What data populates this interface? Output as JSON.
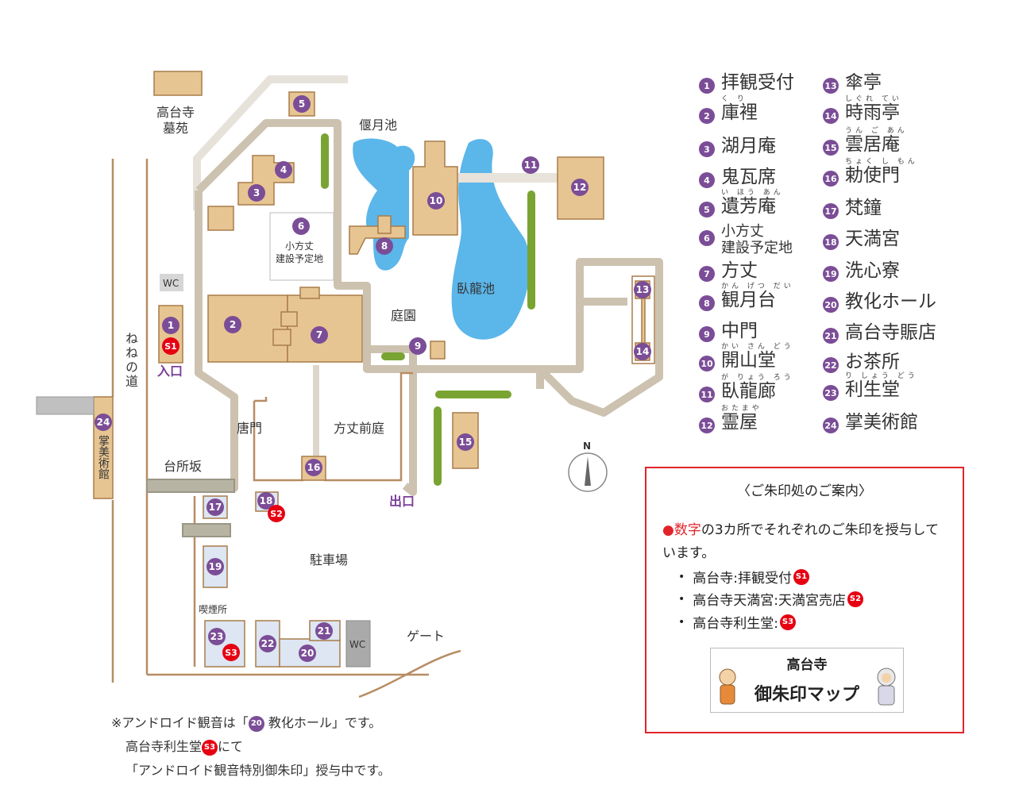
{
  "colors": {
    "building": "#e7c592",
    "building_stroke": "#a87c4a",
    "path": "#cdc2b0",
    "pond": "#5bb6ea",
    "hedge": "#7aa432",
    "number_badge": "#7b4d97",
    "stamp_badge": "#e60012",
    "frame_red": "#e1242b"
  },
  "map": {
    "labels": {
      "cemetery": "高台寺\n墓苑",
      "engetsu_pond": "偃月池",
      "garyu_pond": "臥龍池",
      "garden": "庭園",
      "karamon": "唐門",
      "hojo_front": "方丈前庭",
      "daidokoro": "台所坂",
      "parking": "駐車場",
      "smoking": "喫煙所",
      "gate": "ゲート",
      "nene_road": "ねねの道",
      "museum": "掌美術館",
      "entrance": "入口",
      "exit": "出口",
      "wc": "WC",
      "new_hall": "小方丈\n建設予定地",
      "north": "N"
    },
    "badges": [
      "1",
      "2",
      "3",
      "4",
      "5",
      "6",
      "7",
      "8",
      "9",
      "10",
      "11",
      "12",
      "13",
      "14",
      "15",
      "16",
      "17",
      "18",
      "19",
      "20",
      "21",
      "22",
      "23",
      "24"
    ],
    "stamps": [
      "S1",
      "S2",
      "S3"
    ]
  },
  "legend": [
    {
      "num": "1",
      "text": "拝観受付",
      "ruby": ""
    },
    {
      "num": "2",
      "text": "庫裡",
      "ruby": "く り"
    },
    {
      "num": "3",
      "text": "湖月庵",
      "ruby": ""
    },
    {
      "num": "4",
      "text": "鬼瓦席",
      "ruby": ""
    },
    {
      "num": "5",
      "text": "遺芳庵",
      "ruby": "い ほう あん"
    },
    {
      "num": "6",
      "text": "小方丈\n建設予定地",
      "ruby": ""
    },
    {
      "num": "7",
      "text": "方丈",
      "ruby": ""
    },
    {
      "num": "8",
      "text": "観月台",
      "ruby": "かん げつ だい"
    },
    {
      "num": "9",
      "text": "中門",
      "ruby": ""
    },
    {
      "num": "10",
      "text": "開山堂",
      "ruby": "かい さん どう"
    },
    {
      "num": "11",
      "text": "臥龍廊",
      "ruby": "が りょう ろう"
    },
    {
      "num": "12",
      "text": "霊屋",
      "ruby": "おたまや"
    },
    {
      "num": "13",
      "text": "傘亭",
      "ruby": ""
    },
    {
      "num": "14",
      "text": "時雨亭",
      "ruby": "しぐれ てい"
    },
    {
      "num": "15",
      "text": "雲居庵",
      "ruby": "うん ご あん"
    },
    {
      "num": "16",
      "text": "勅使門",
      "ruby": "ちょく し もん"
    },
    {
      "num": "17",
      "text": "梵鐘",
      "ruby": ""
    },
    {
      "num": "18",
      "text": "天満宮",
      "ruby": ""
    },
    {
      "num": "19",
      "text": "洗心寮",
      "ruby": ""
    },
    {
      "num": "20",
      "text": "教化ホール",
      "ruby": ""
    },
    {
      "num": "21",
      "text": "高台寺賑店",
      "ruby": ""
    },
    {
      "num": "22",
      "text": "お茶所",
      "ruby": ""
    },
    {
      "num": "23",
      "text": "利生堂",
      "ruby": "り しょう どう"
    },
    {
      "num": "24",
      "text": "掌美術館",
      "ruby": ""
    }
  ],
  "stamp_info": {
    "title": "〈ご朱印処のご案内〉",
    "intro_red": "●数字",
    "intro_rest": "の3カ所でそれぞれのご朱印を授与しています。",
    "items": [
      {
        "text": "高台寺:拝観受付",
        "stamp": "S1"
      },
      {
        "text": "高台寺天満宮:天満宮売店",
        "stamp": "S2"
      },
      {
        "text": "高台寺利生堂:",
        "stamp": "S3"
      }
    ],
    "card_top": "高台寺",
    "card_bottom": "御朱印マップ"
  },
  "note": {
    "line1_a": "※アンドロイド観音は「",
    "line1_num": "20",
    "line1_b": " 教化ホール」です。",
    "line2_a": "高台寺利生堂",
    "line2_stamp": "S3",
    "line2_b": "にて",
    "line3": "「アンドロイド観音特別御朱印」授与中です。"
  }
}
